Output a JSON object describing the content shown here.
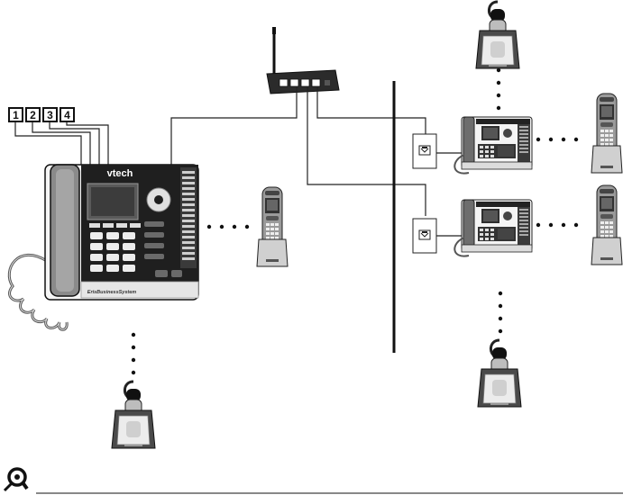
{
  "line_numbers": [
    "1",
    "2",
    "3",
    "4"
  ],
  "brand": "vtech",
  "base_model_label": "ErisBusinessSystem",
  "colors": {
    "ink": "#111111",
    "body_dark": "#2a2a2a",
    "body_mid": "#7a7a7a",
    "body_light": "#d9d9d9",
    "silver": "#b8b8b8",
    "screen": "#3c3c3c"
  },
  "icons": {
    "note": "note-icon",
    "wall_jack": "wall-jack-icon",
    "router": "router-icon",
    "handset": "cordless-handset-icon",
    "headset": "headset-icon",
    "deskphone": "deskset-icon"
  }
}
